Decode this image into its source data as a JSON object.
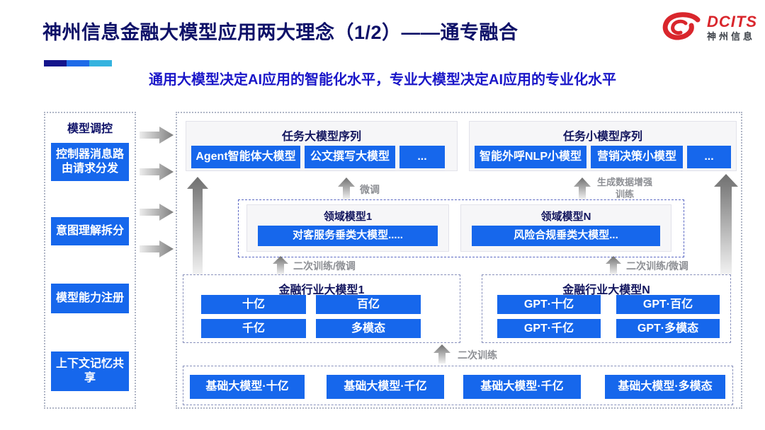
{
  "header": {
    "title": "神州信息金融大模型应用两大理念（1/2）——通专融合",
    "subtitle": "通用大模型决定AI应用的智能化水平，专业大模型决定AI应用的专业化水平",
    "logo": {
      "brand": "DCITS",
      "brand_cn": "神州信息"
    }
  },
  "sidebar": {
    "title": "模型调控",
    "items": [
      {
        "label": "控制器消息路由请求分发"
      },
      {
        "label": "意图理解拆分"
      },
      {
        "label": "模型能力注册"
      },
      {
        "label": "上下文记忆共享"
      }
    ]
  },
  "task_groups": [
    {
      "title": "任务大模型序列",
      "items": [
        "Agent智能体大模型",
        "公文撰写大模型",
        "..."
      ]
    },
    {
      "title": "任务小模型序列",
      "items": [
        "智能外呼NLP小模型",
        "营销决策小模型",
        "..."
      ]
    }
  ],
  "domain_groups": [
    {
      "title": "领域模型1",
      "item": "对客服务垂类大模型....."
    },
    {
      "title": "领域模型N",
      "item": "风险合规垂类大模型..."
    }
  ],
  "industry_groups": [
    {
      "title": "金融行业大模型1",
      "items": [
        "十亿",
        "百亿",
        "千亿",
        "多模态"
      ]
    },
    {
      "title": "金融行业大模型N",
      "items": [
        "GPT·十亿",
        "GPT·百亿",
        "GPT·千亿",
        "GPT·多模态"
      ]
    }
  ],
  "base_models": [
    "基础大模型·十亿",
    "基础大模型·千亿",
    "基础大模型·千亿",
    "基础大模型·多模态"
  ],
  "process_labels": {
    "finetune": "微调",
    "gen_data_training": "生成数据增强训练",
    "retrain_finetune_left": "二次训练/微调",
    "retrain_finetune_right": "二次训练/微调",
    "retrain": "二次训练"
  },
  "colors": {
    "button_blue": "#1667EC",
    "title_navy": "#0E1168",
    "subtitle_blue": "#1A16C8",
    "logo_red": "#D9262C",
    "accent_segments": [
      "#15158C",
      "#1F6BE8",
      "#35B3DF"
    ],
    "arrow_gray_dark": "#6F6F6F",
    "arrow_gray_light": "#F2F2F2"
  }
}
